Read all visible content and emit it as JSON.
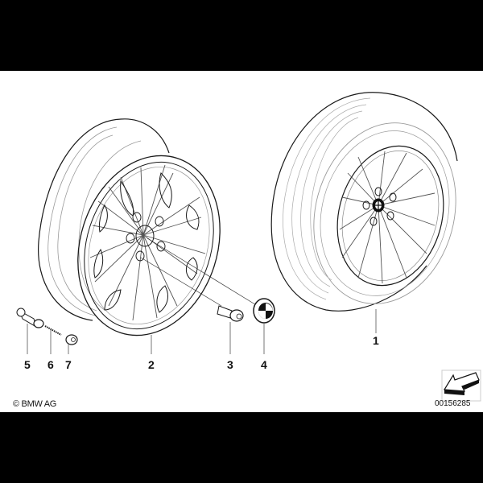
{
  "diagram": {
    "type": "exploded-parts-diagram",
    "subject": "Light alloy wheel with tire",
    "callouts": [
      {
        "id": "1",
        "label": "1",
        "part": "complete wheel with tire"
      },
      {
        "id": "2",
        "label": "2",
        "part": "light alloy rim"
      },
      {
        "id": "3",
        "label": "3",
        "part": "wheel bolt"
      },
      {
        "id": "4",
        "label": "4",
        "part": "hub cap"
      },
      {
        "id": "5",
        "label": "5",
        "part": "valve"
      },
      {
        "id": "6",
        "label": "6",
        "part": "valve insert"
      },
      {
        "id": "7",
        "label": "7",
        "part": "valve cap"
      }
    ]
  },
  "footer": {
    "copyright": "© BMW AG",
    "document_number": "00156285"
  },
  "colors": {
    "background": "#ffffff",
    "band": "#000000",
    "line_dark": "#1a1a1a",
    "line_light": "#9a9a9a"
  }
}
